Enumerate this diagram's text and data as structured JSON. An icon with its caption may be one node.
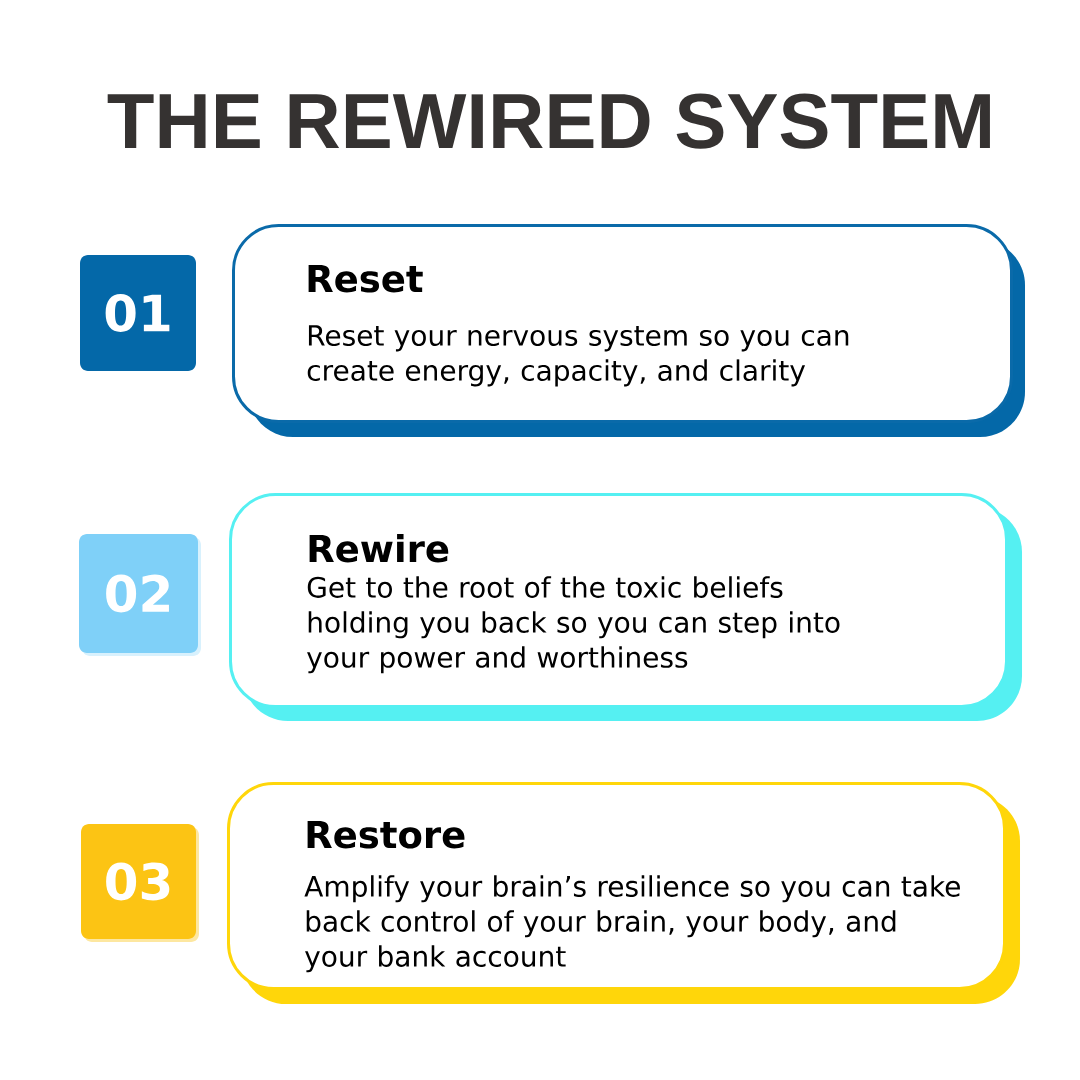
{
  "diagram": {
    "title": "THE REWIRED SYSTEM",
    "nodes": [
      {
        "text": [
          "01"
        ]
      },
      {
        "text": [
          "Reset",
          "Reset your nervous system so you can create energy, capacity, and clarity"
        ]
      },
      {
        "text": [
          "02"
        ]
      },
      {
        "text": [
          "Rewire",
          "Get to the root of the toxic beliefs holding you back so you can step into your power and worthiness"
        ]
      },
      {
        "text": [
          "03"
        ]
      },
      {
        "text": [
          "Restore",
          "Amplify your brain’s resilience so you can take back control of your brain, your body, and your bank account"
        ]
      }
    ]
  }
}
